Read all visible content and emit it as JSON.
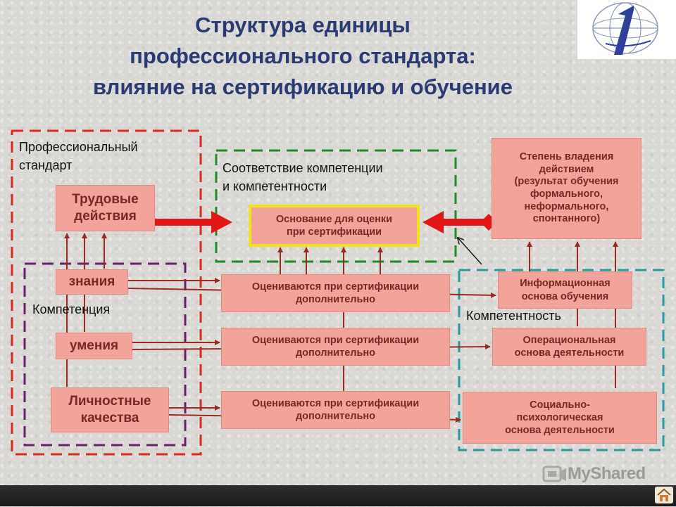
{
  "title": {
    "line1": "Структура единицы",
    "line2": "профессионального стандарта:",
    "line3": "влияние на сертификацию и обучение"
  },
  "labels": {
    "prof_standard": [
      "Профессиональный",
      "стандарт"
    ],
    "conformity": [
      "Соответствие компетенции",
      "и компетентности"
    ],
    "competence": "Компетенция",
    "competency": "Компетентность"
  },
  "boxes": {
    "labor_actions": [
      "Трудовые",
      "действия"
    ],
    "knowledge": "знания",
    "skills": "умения",
    "personal_qualities": [
      "Личностные",
      "качества"
    ],
    "assessment_basis": [
      "Основание для оценки",
      "при сертификации"
    ],
    "assessed_1": [
      "Оцениваются при сертификации",
      "дополнительно"
    ],
    "assessed_2": [
      "Оцениваются при сертификации",
      "дополнительно"
    ],
    "assessed_3": [
      "Оцениваются при сертификации",
      "дополнительно"
    ],
    "mastery_degree": [
      "Степень владения",
      "действием",
      "(результат обучения",
      "формального,",
      "неформального,",
      "спонтанного)"
    ],
    "info_basis": [
      "Информационная",
      "основа обучения"
    ],
    "operational_basis": [
      "Операциональная",
      "основа деятельности"
    ],
    "socio_psych": [
      "Социально-",
      "психологическая",
      "основа деятельности"
    ]
  },
  "colors": {
    "title": "#2a3a72",
    "box_fill": "#f2a39a",
    "box_text": "#7a2526",
    "dash_red": "#d9281e",
    "dash_green": "#1f8a2a",
    "dash_purple": "#6a1f6e",
    "dash_teal": "#2a9aa0",
    "connector": "#9b2a22",
    "double_arrow": "#e31616",
    "highlight_border": "#f2e21b"
  },
  "watermark": {
    "brand": "MyShared"
  },
  "icons": {
    "logo": "globe-logo-icon",
    "home": "home-icon"
  }
}
